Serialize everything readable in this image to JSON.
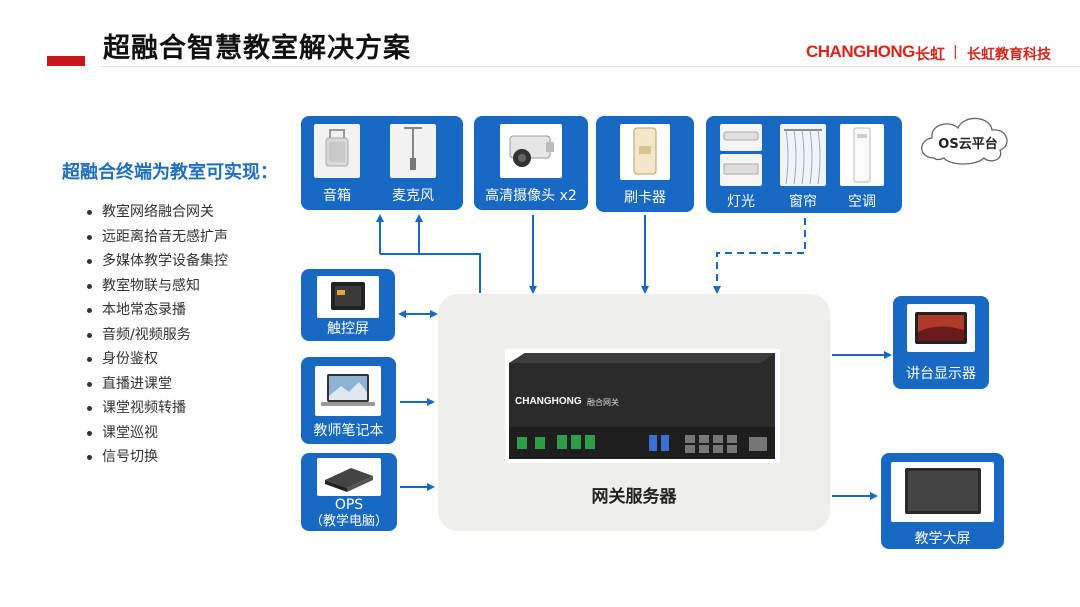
{
  "header": {
    "title": "超融合智慧教室解决方案",
    "brand_logo": "CHANGHONG",
    "brand_cn": "长虹",
    "separator": "|",
    "brand_sub": "长虹教育科技"
  },
  "features": {
    "title": "超融合终端为教室可实现：",
    "items": [
      "教室网络融合网关",
      "远距离拾音无感扩声",
      "多媒体教学设备集控",
      "教室物联与感知",
      "本地常态录播",
      "音频/视频服务",
      "身份鉴权",
      "直播进课堂",
      "课堂视频转播",
      "课堂巡视",
      "信号切换"
    ]
  },
  "devices": {
    "speaker": "音箱",
    "microphone": "麦克风",
    "camera": "高清摄像头 x2",
    "card_reader": "刷卡器",
    "light": "灯光",
    "curtain": "窗帘",
    "ac": "空调",
    "touch_screen": "触控屏",
    "laptop": "教师笔记本",
    "ops_line1": "OPS",
    "ops_line2": "（教学电脑）",
    "podium_display": "讲台显示器",
    "large_screen": "教学大屏"
  },
  "cloud": {
    "label": "OS云平台"
  },
  "gateway": {
    "label": "网关服务器",
    "device_brand": "CHANGHONG",
    "device_name": "融合网关"
  },
  "colors": {
    "accent_blue": "#1769c3",
    "brand_red": "#d7261b",
    "panel_gray": "#eeeeea"
  }
}
